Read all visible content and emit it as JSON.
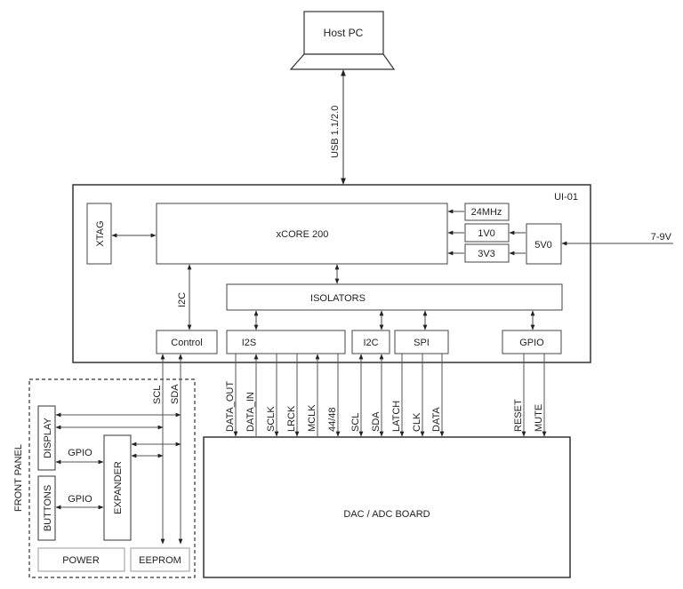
{
  "host": {
    "label": "Host PC"
  },
  "usb": {
    "label": "USB 1.1/2.0"
  },
  "board": {
    "name": "UI-01",
    "xtag": "XTAG",
    "xcore": "xCORE 200",
    "clock": "24MHz",
    "rail_1v0": "1V0",
    "rail_3v3": "3V3",
    "regulator": "5V0",
    "power_input": "7-9V",
    "isolators": "ISOLATORS",
    "i2c_link": "I2C",
    "blocks": {
      "control": "Control",
      "i2s": "I2S",
      "i2c": "I2C",
      "spi": "SPI",
      "gpio": "GPIO"
    }
  },
  "signals": {
    "i2s": [
      "DATA_OUT",
      "DATA_IN",
      "SCLK",
      "LRCK",
      "MCLK",
      "44/48"
    ],
    "i2c": [
      "SCL",
      "SDA"
    ],
    "spi": [
      "LATCH",
      "CLK",
      "DATA"
    ],
    "gpio": [
      "RESET",
      "MUTE"
    ],
    "control": [
      "SCL",
      "SDA"
    ]
  },
  "dac_board": {
    "label": "DAC / ADC BOARD"
  },
  "front_panel": {
    "label": "FRONT PANEL",
    "display": "DISPLAY",
    "buttons": "BUTTONS",
    "expander": "EXPANDER",
    "gpio_display": "GPIO",
    "gpio_buttons": "GPIO",
    "power": "POWER",
    "eeprom": "EEPROM"
  }
}
